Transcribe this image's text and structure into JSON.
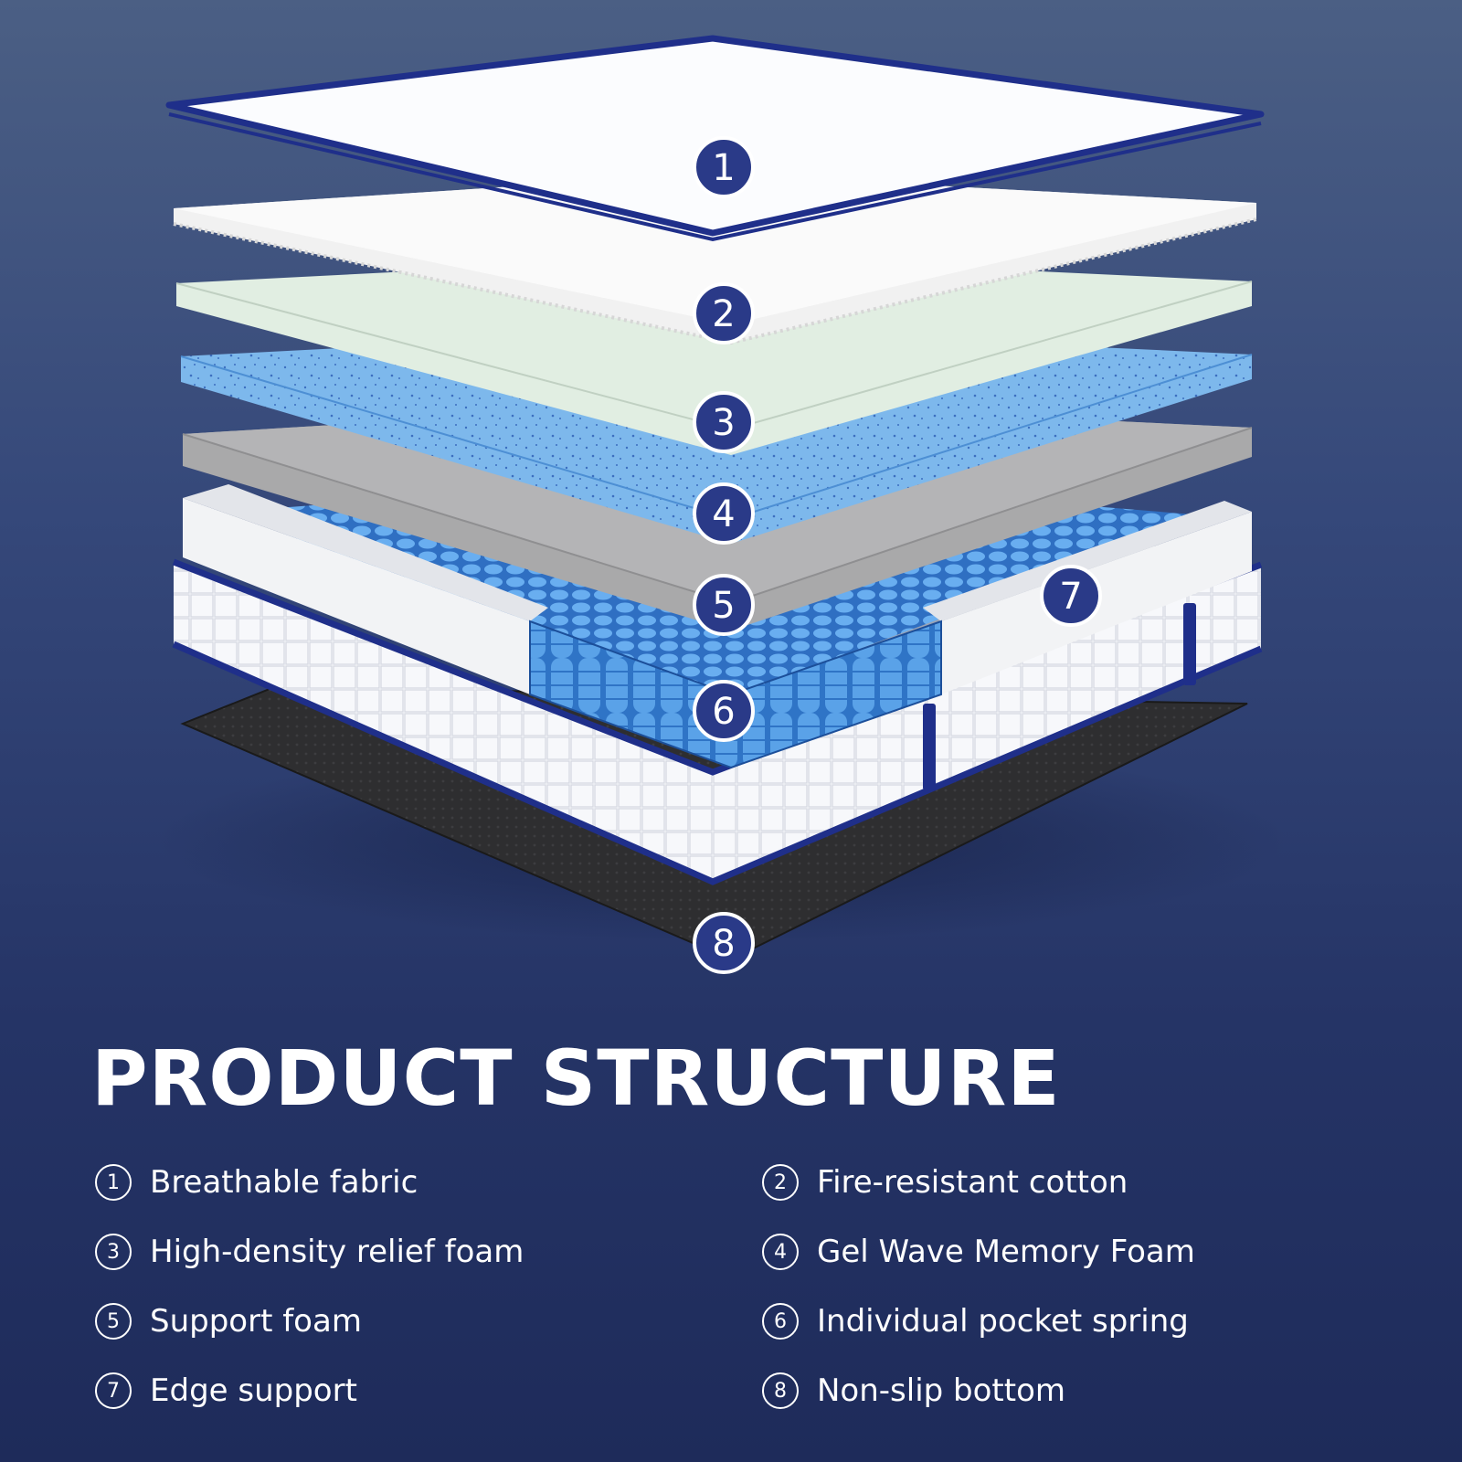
{
  "title": "PRODUCT STRUCTURE",
  "layers": [
    {
      "num": "1",
      "label": "Breathable fabric"
    },
    {
      "num": "2",
      "label": "Fire-resistant cotton"
    },
    {
      "num": "3",
      "label": "High-density relief foam"
    },
    {
      "num": "4",
      "label": "Gel Wave Memory Foam"
    },
    {
      "num": "5",
      "label": "Support foam"
    },
    {
      "num": "6",
      "label": "Individual pocket spring"
    },
    {
      "num": "7",
      "label": "Edge support"
    },
    {
      "num": "8",
      "label": "Non-slip bottom"
    }
  ],
  "colors": {
    "badge": "#2a3a88",
    "navy_trim": "#1f2f8a",
    "spring": "#3f8fdc",
    "gel_foam": "#79b6ea",
    "relief_foam": "#dfeee0",
    "support_foam": "#a7a7a7",
    "bottom": "#2d2d2d"
  }
}
